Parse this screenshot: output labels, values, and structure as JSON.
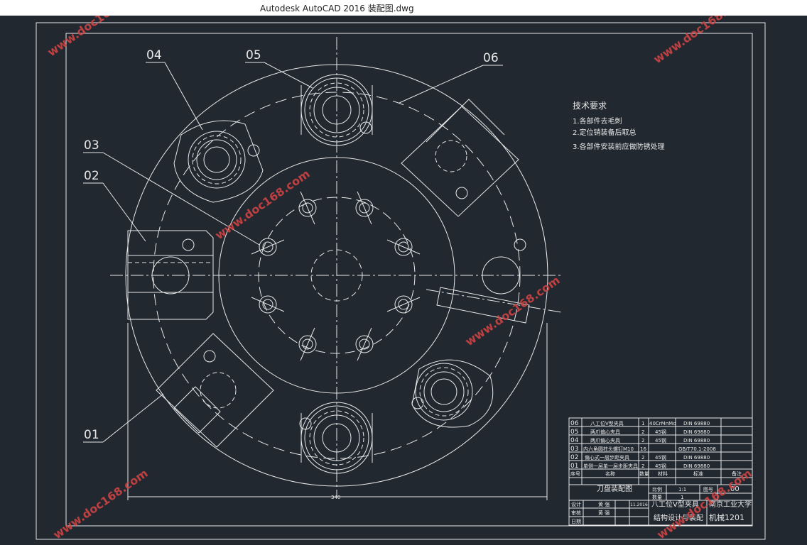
{
  "window": {
    "title": "Autodesk AutoCAD 2016     装配图.dwg"
  },
  "colors": {
    "background": "#212830",
    "line": "#e8e8e8",
    "watermark": "#d24444",
    "titlebar": "#ffffff"
  },
  "watermark": {
    "text": "www.doc168.com"
  },
  "balloons": [
    "04",
    "05",
    "06",
    "03",
    "02",
    "01"
  ],
  "notes": {
    "title": "技术要求",
    "items": [
      "1.各部件去毛刺",
      "2.定位销装备后取总",
      "3.各部件安装前应做防锈处理"
    ]
  },
  "dimension": {
    "value": "340"
  },
  "bom": {
    "rows": [
      [
        "06",
        "八工位V型夹具",
        "1",
        "40CrMnMo",
        "DIN 69880",
        ""
      ],
      [
        "05",
        "两爪偏心夹具",
        "2",
        "45钢",
        "DIN 69880",
        ""
      ],
      [
        "04",
        "两爪偏心夹具",
        "2",
        "45钢",
        "DIN 69880",
        ""
      ],
      [
        "03",
        "内六角圆柱头螺钉M10",
        "16",
        "",
        "GB/T70.1-2008",
        ""
      ],
      [
        "02",
        "偏心式一层步距夹具",
        "2",
        "45钢",
        "DIN 69880",
        ""
      ],
      [
        "01",
        "单侧一层单一层步距夹具",
        "2",
        "45钢",
        "DIN 69880",
        ""
      ]
    ],
    "header": [
      "序号",
      "名称",
      "数量",
      "材料",
      "标准",
      "备注"
    ]
  },
  "title_block": {
    "drawing_name": "刀盘装配图",
    "scale_label": "比例",
    "scale_value": "1:1",
    "sheet_label": "图号",
    "sheet_value": "00",
    "qty_label": "数量",
    "qty_value": "1",
    "school": "南京工业大学",
    "project_line1": "八工位V型夹具",
    "project_line2": "结构设计与装配",
    "class_name": "机械1201",
    "roles": [
      "设计",
      "审核",
      "日期"
    ],
    "role_values": [
      "黄 强",
      "黄 强",
      ""
    ],
    "scale_line": "11.2016"
  }
}
